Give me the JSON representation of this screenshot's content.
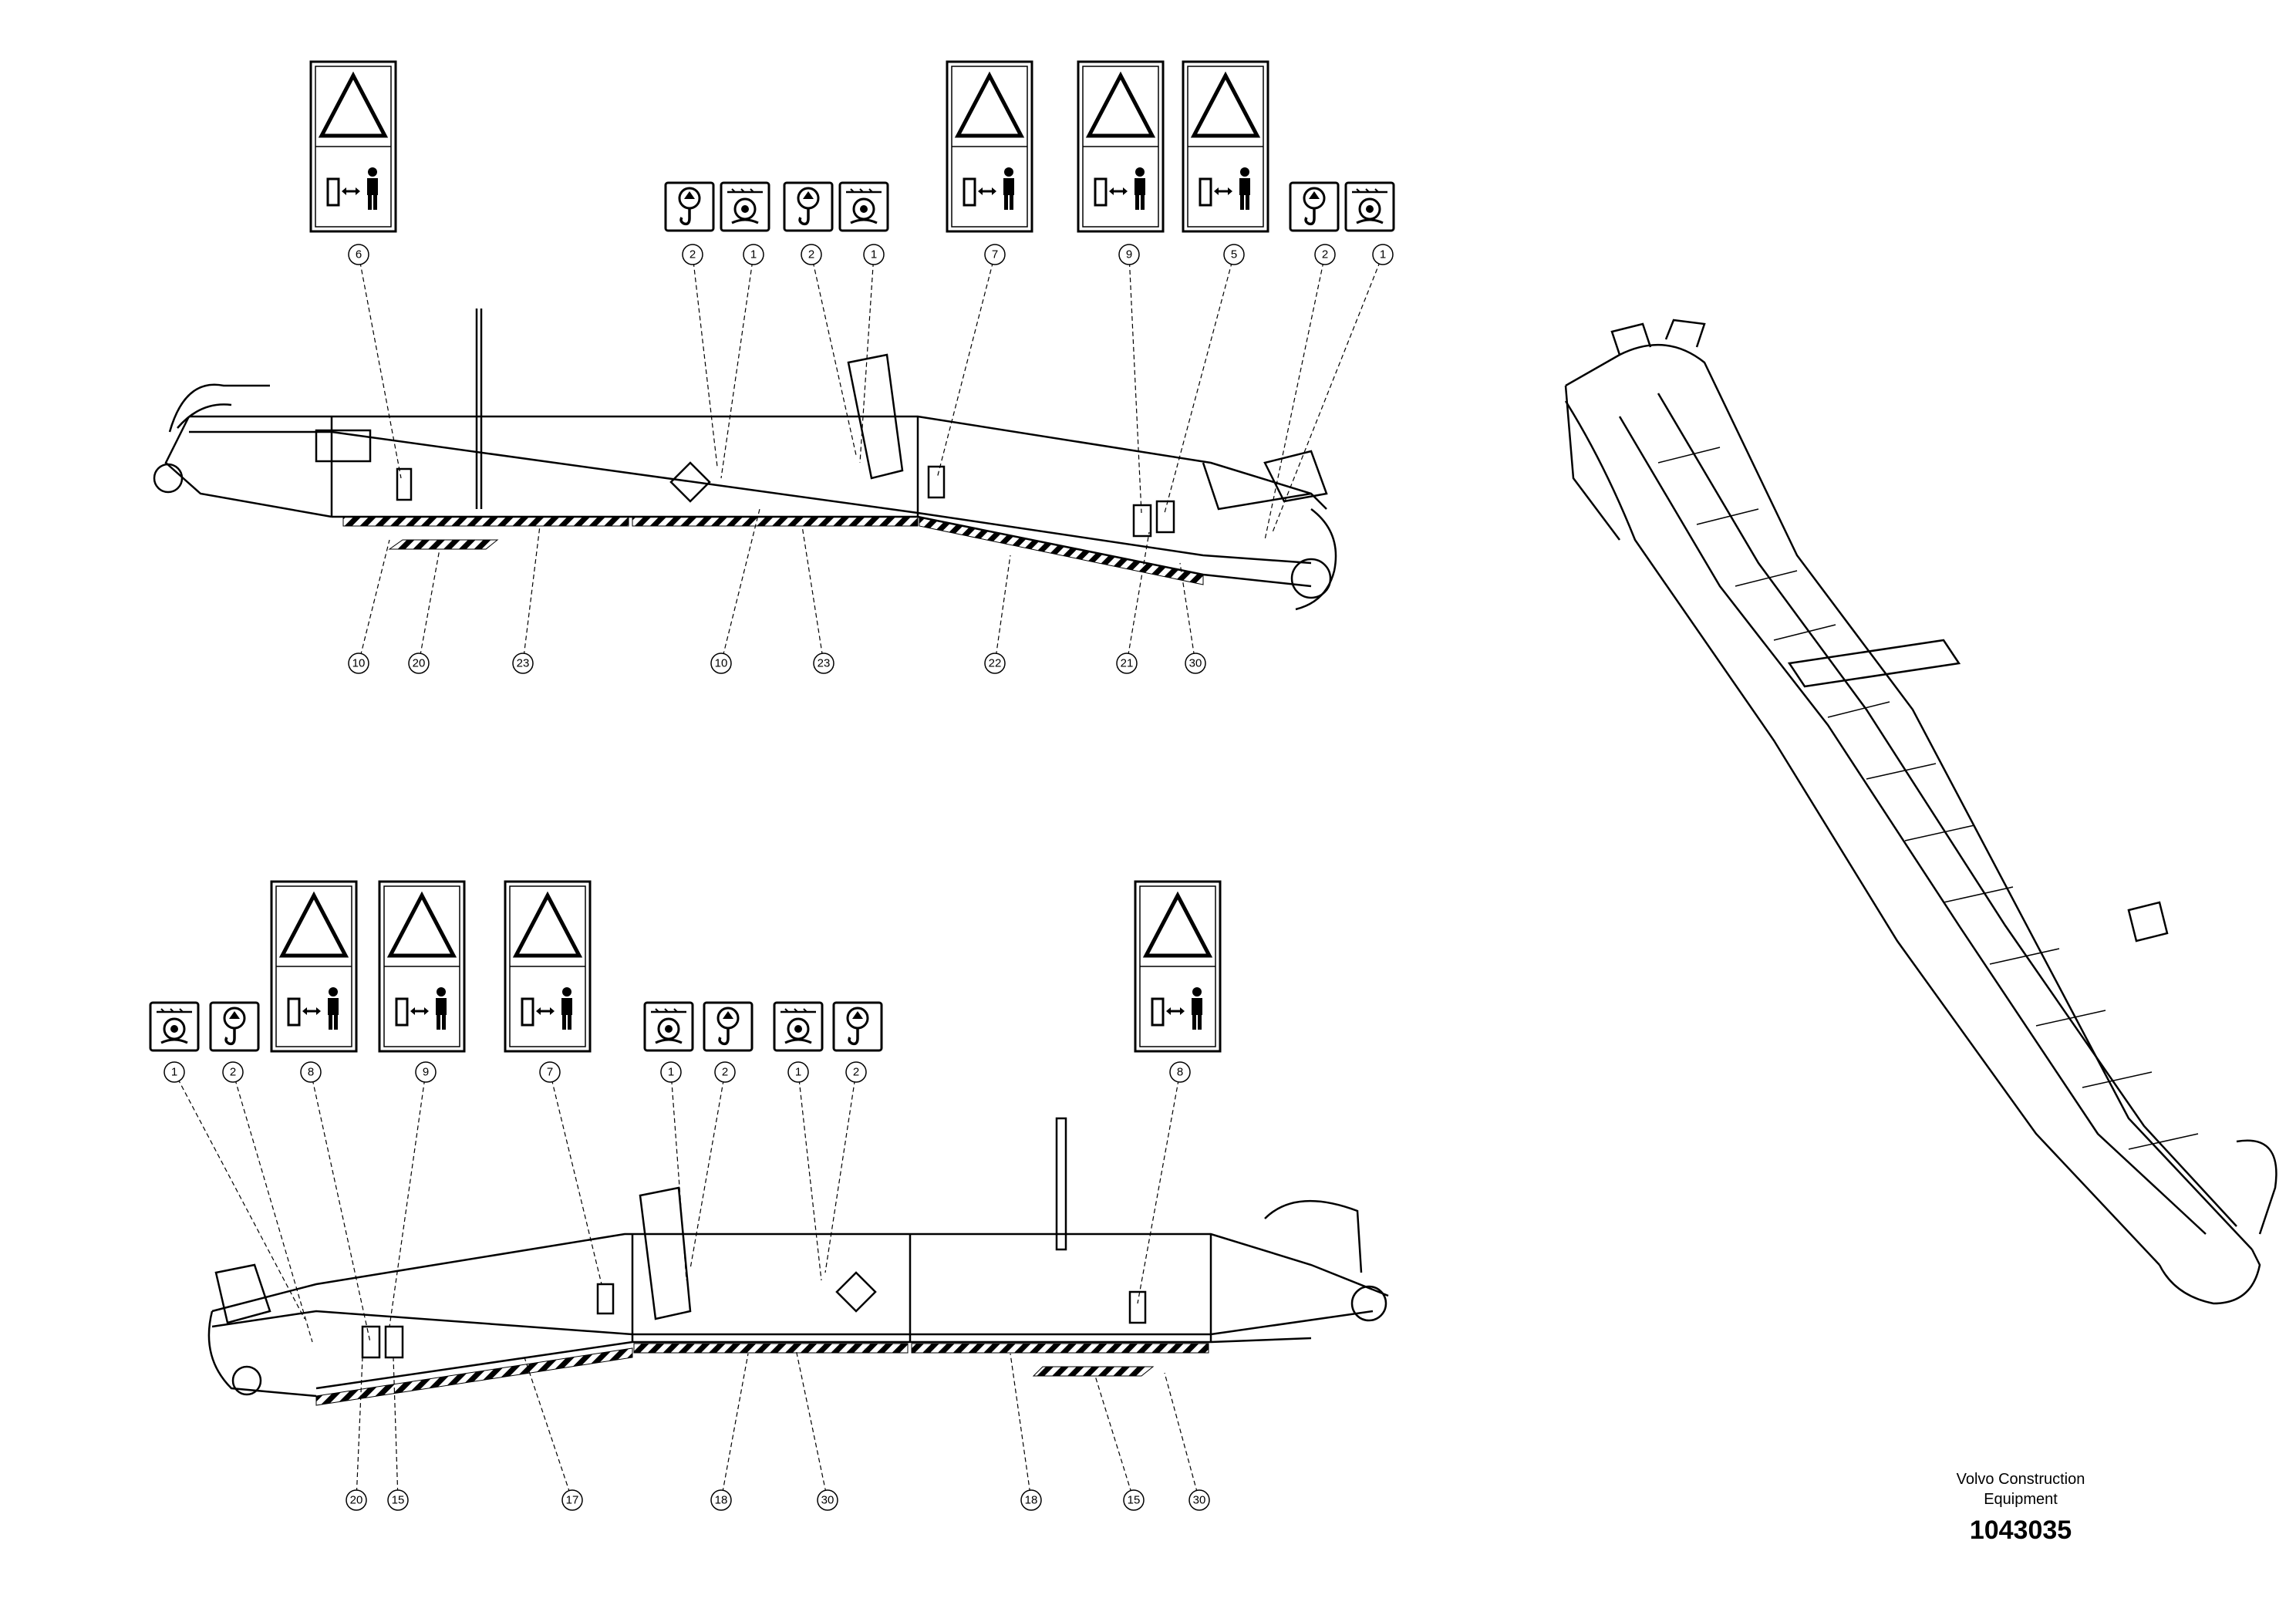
{
  "drawing": {
    "company_line1": "Volvo Construction",
    "company_line2": "Equipment",
    "part_number": "1043035"
  },
  "top_view_callouts": [
    "6",
    "2",
    "1",
    "2",
    "1",
    "7",
    "9",
    "5",
    "2",
    "1",
    "10",
    "20",
    "23",
    "10",
    "23",
    "22",
    "21",
    "30"
  ],
  "bottom_view_callouts": [
    "1",
    "2",
    "8",
    "9",
    "7",
    "1",
    "2",
    "1",
    "2",
    "8",
    "20",
    "15",
    "17",
    "18",
    "30",
    "18",
    "15",
    "30"
  ],
  "decal_icons": [
    "entanglement-warning",
    "crush-warning",
    "lifting-point",
    "hook-point",
    "safe-distance"
  ],
  "colors": {
    "line": "#000000",
    "background": "#ffffff"
  }
}
